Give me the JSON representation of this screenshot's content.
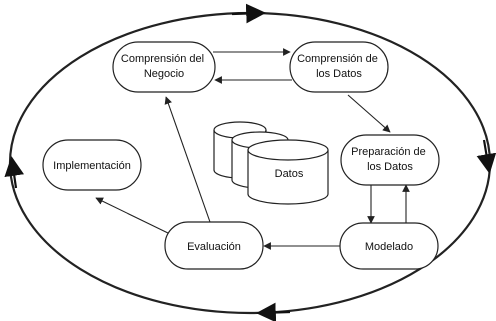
{
  "diagram": {
    "nodes": {
      "business_understanding": {
        "lines": [
          "Comprensión del",
          "Negocio"
        ]
      },
      "data_understanding": {
        "lines": [
          "Comprensión de",
          "los Datos"
        ]
      },
      "data_preparation": {
        "lines": [
          "Preparación de",
          "los Datos"
        ]
      },
      "modeling": {
        "lines": [
          "Modelado"
        ]
      },
      "evaluation": {
        "lines": [
          "Evaluación"
        ]
      },
      "deployment": {
        "lines": [
          "Implementación"
        ]
      },
      "data_store": {
        "lines": [
          "Datos"
        ]
      }
    },
    "colors": {
      "stroke": "#222222",
      "node_fill": "#ffffff",
      "text": "#111111"
    }
  }
}
